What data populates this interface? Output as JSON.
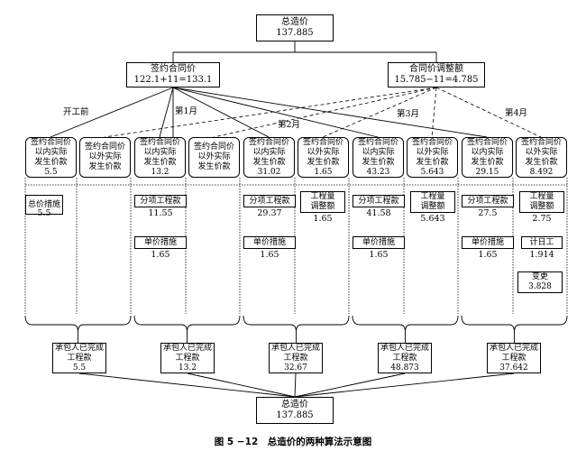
{
  "top_total": {
    "label": "总造价",
    "value": "137.885"
  },
  "contract_price": {
    "label": "签约合同价",
    "value": "122.1+11=133.1"
  },
  "contract_adjust": {
    "label": "合同价调整额",
    "value": "15.785−11=4.785"
  },
  "periods": [
    "开工前",
    "第1月",
    "第2月",
    "第3月",
    "第4月"
  ],
  "month_boxes": [
    {
      "l1": "签约合同价",
      "l2": "以内实际",
      "l3": "发生价款",
      "value": "5.5"
    },
    {
      "l1": "签约合同价",
      "l2": "以外实际",
      "l3": "发生价款",
      "value": ""
    },
    {
      "l1": "签约合同价",
      "l2": "以内实际",
      "l3": "发生价款",
      "value": "13.2"
    },
    {
      "l1": "签约合同价",
      "l2": "以外实际",
      "l3": "发生价款",
      "value": ""
    },
    {
      "l1": "签约合同价",
      "l2": "以内实际",
      "l3": "发生价款",
      "value": "31.02"
    },
    {
      "l1": "签约合同价",
      "l2": "以外实际",
      "l3": "发生价款",
      "value": "1.65"
    },
    {
      "l1": "签约合同价",
      "l2": "以内实际",
      "l3": "发生价款",
      "value": "43.23"
    },
    {
      "l1": "签约合同价",
      "l2": "以外实际",
      "l3": "发生价款",
      "value": "5.643"
    },
    {
      "l1": "签约合同价",
      "l2": "以内实际",
      "l3": "发生价款",
      "value": "29.15"
    },
    {
      "l1": "签约合同价",
      "l2": "以外实际",
      "l3": "发生价款",
      "value": "8.492"
    }
  ],
  "items": [
    {
      "l1": "总价措施",
      "l2": "",
      "value": "5.5"
    },
    {
      "l1": "分项工程款",
      "l2": "",
      "value": "11.55"
    },
    {
      "l1": "单价措施",
      "l2": "",
      "value": "1.65"
    },
    {
      "l1": "分项工程款",
      "l2": "",
      "value": "29.37"
    },
    {
      "l1": "工程量",
      "l2": "调整额",
      "value": "1.65"
    },
    {
      "l1": "单价措施",
      "l2": "",
      "value": "1.65"
    },
    {
      "l1": "分项工程款",
      "l2": "",
      "value": "41.58"
    },
    {
      "l1": "工程量",
      "l2": "调整额",
      "value": "5.643"
    },
    {
      "l1": "单价措施",
      "l2": "",
      "value": "1.65"
    },
    {
      "l1": "分项工程款",
      "l2": "",
      "value": "27.5"
    },
    {
      "l1": "工程量",
      "l2": "调整额",
      "value": "2.75"
    },
    {
      "l1": "单价措施",
      "l2": "",
      "value": "1.65"
    },
    {
      "l1": "计日工",
      "l2": "",
      "value": "1.914"
    },
    {
      "l1": "变更",
      "l2": "",
      "value": "3.828"
    }
  ],
  "completed": [
    {
      "l1": "承包人已完成",
      "l2": "工程款",
      "value": "5.5"
    },
    {
      "l1": "承包人已完成",
      "l2": "工程款",
      "value": "13.2"
    },
    {
      "l1": "承包人已完成",
      "l2": "工程款",
      "value": "32.67"
    },
    {
      "l1": "承包人已完成",
      "l2": "工程款",
      "value": "48.873"
    },
    {
      "l1": "承包人已完成",
      "l2": "工程款",
      "value": "37.642"
    }
  ],
  "bottom_total": {
    "label": "总造价",
    "value": "137.885"
  },
  "caption": "图 5 −12　总造价的两种算法示意图"
}
